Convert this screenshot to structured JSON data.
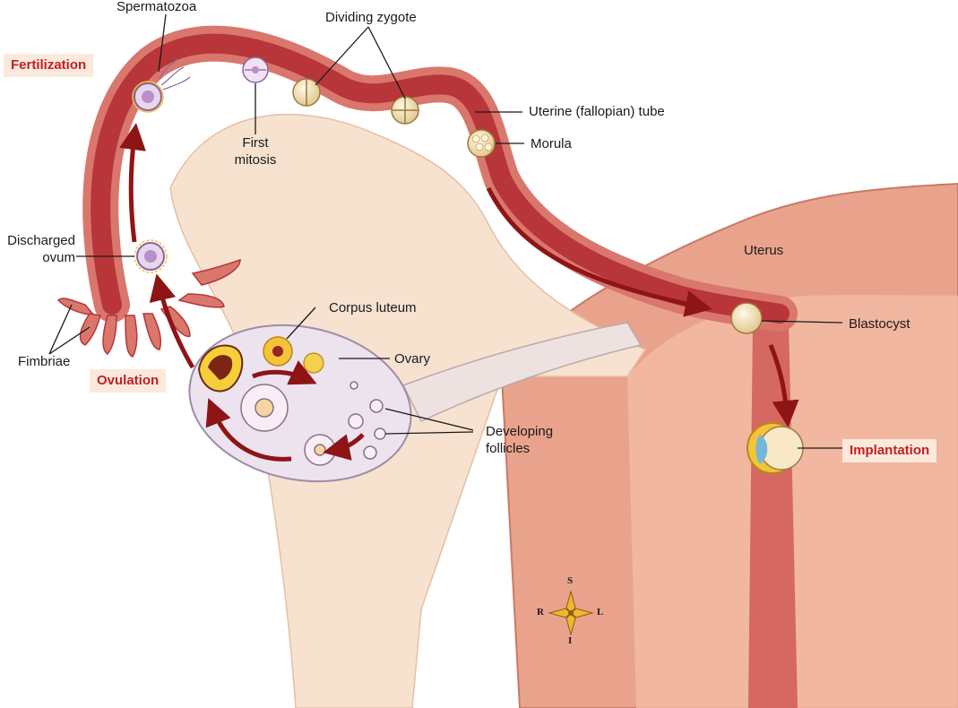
{
  "colors": {
    "tube_outer": "#d9776d",
    "tube_inner": "#b8353a",
    "uterus": "#e9a38d",
    "lumen": "#f7e2cf",
    "ovary": "#ece3ef",
    "arrow": "#8e1416",
    "stage_text": "#c0202a",
    "stage_bg": "#fbe9dc"
  },
  "labels": {
    "spermatozoa": "Spermatozoa",
    "dividing_zygote": "Dividing zygote",
    "uterine_tube": "Uterine (fallopian) tube",
    "morula": "Morula",
    "first_mitosis_1": "First",
    "first_mitosis_2": "mitosis",
    "discharged_ovum_1": "Discharged",
    "discharged_ovum_2": "ovum",
    "fimbriae": "Fimbriae",
    "corpus_luteum": "Corpus luteum",
    "ovary": "Ovary",
    "developing_follicles_1": "Developing",
    "developing_follicles_2": "follicles",
    "uterus": "Uterus",
    "blastocyst": "Blastocyst"
  },
  "stages": {
    "fertilization": "Fertilization",
    "ovulation": "Ovulation",
    "implantation": "Implantation"
  },
  "compass": {
    "s": "S",
    "i": "I",
    "r": "R",
    "l": "L"
  }
}
